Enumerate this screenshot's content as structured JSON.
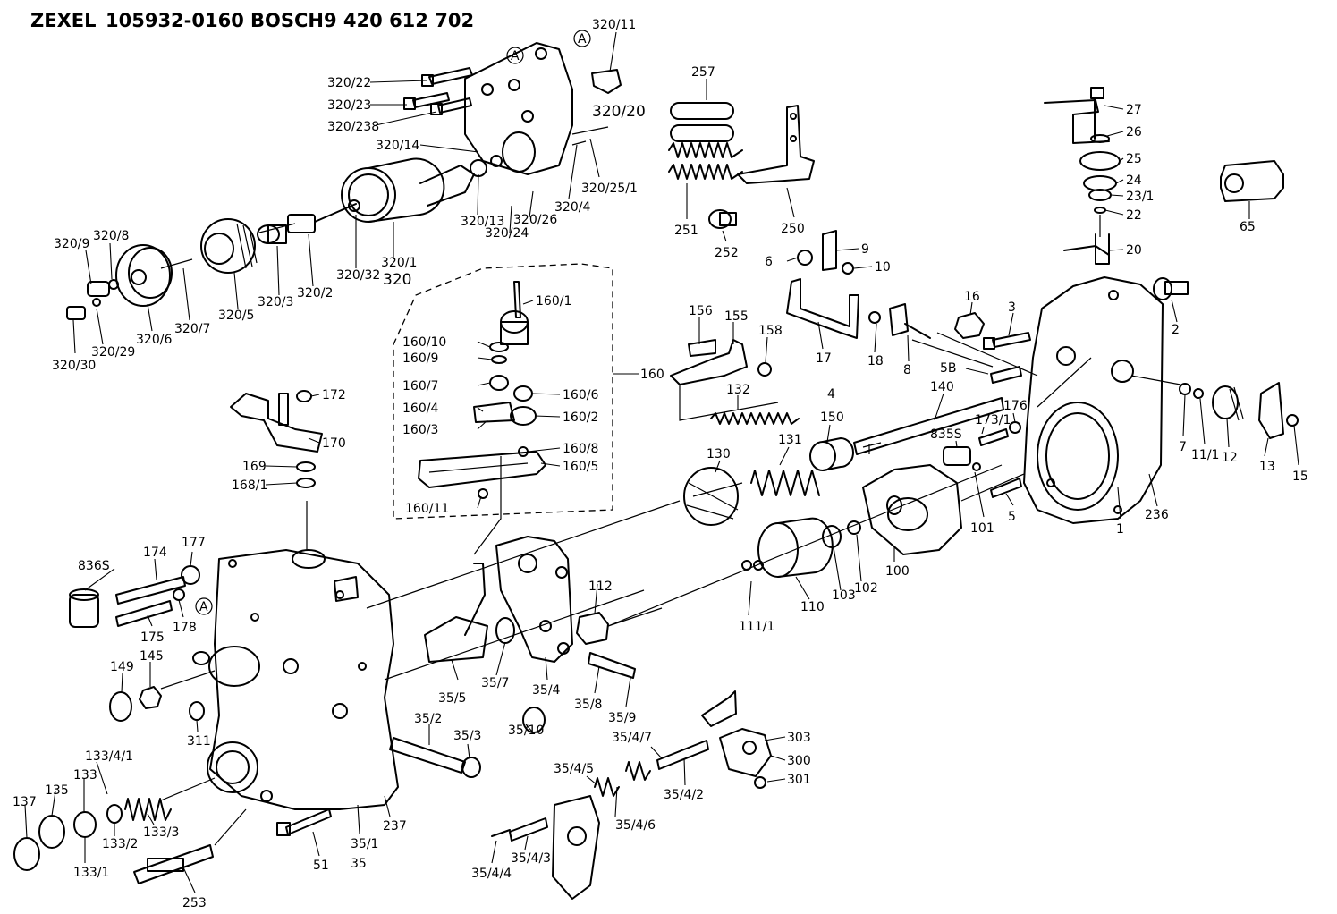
{
  "header": {
    "brand1": "ZEXEL",
    "part1": "105932-0160",
    "brand2": "BOSCH",
    "part2": "9 420 612 702"
  },
  "markers": [
    "A",
    "A",
    "A"
  ],
  "labels": [
    "320/11",
    "320/22",
    "320/23",
    "320/238",
    "320/14",
    "320/20",
    "320/25/1",
    "320/4",
    "320/13",
    "320/24",
    "320/26",
    "320/1",
    "320",
    "320/32",
    "320/2",
    "320/3",
    "320/5",
    "320/7",
    "320/6",
    "320/8",
    "320/9",
    "320/29",
    "320/30",
    "257",
    "251",
    "250",
    "252",
    "27",
    "26",
    "25",
    "24",
    "23/1",
    "22",
    "20",
    "65",
    "160/1",
    "160/10",
    "160/9",
    "160/7",
    "160/6",
    "160/4",
    "160/2",
    "160/3",
    "160/8",
    "160/5",
    "160/11",
    "160",
    "156",
    "155",
    "158",
    "132",
    "9",
    "6",
    "10",
    "17",
    "18",
    "8",
    "16",
    "3",
    "2",
    "4",
    "5B",
    "140",
    "150",
    "131",
    "130",
    "176",
    "173/1",
    "835S",
    "101",
    "5",
    "1",
    "236",
    "7",
    "11/1",
    "12",
    "13",
    "15",
    "172",
    "170",
    "169",
    "168/1",
    "177",
    "174",
    "836S",
    "175",
    "178",
    "149",
    "145",
    "311",
    "112",
    "111/1",
    "110",
    "103",
    "102",
    "100",
    "35/5",
    "35/7",
    "35/4",
    "35/8",
    "35/9",
    "35/10",
    "35/2",
    "35/3",
    "133/4/1",
    "133",
    "135",
    "137",
    "133/2",
    "133/3",
    "133/1",
    "253",
    "51",
    "35/1",
    "35",
    "237",
    "35/4/7",
    "35/4/5",
    "35/4/2",
    "35/4/6",
    "35/4/3",
    "35/4/4",
    "303",
    "300",
    "301"
  ]
}
